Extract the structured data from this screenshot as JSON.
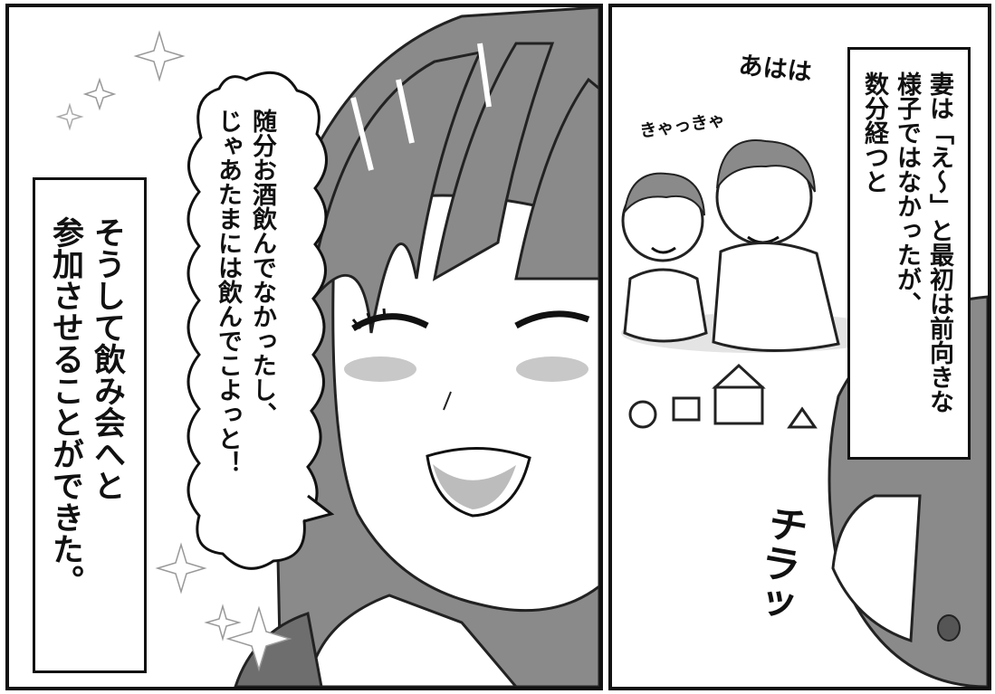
{
  "panels": {
    "left": {
      "narration": "そうして飲み会へと\n参加させることができた。",
      "speech": "随分お酒飲んでなかったし、\nじゃあたまには飲んでこよっと！"
    },
    "right": {
      "narration": "妻は「え〜」と最初は前向きな\n様子ではなかったが、\n数分経つと",
      "sfx_kids": "きゃっきゃ",
      "sfx_laugh": "あはは",
      "sfx_glance": "チラッ"
    }
  }
}
